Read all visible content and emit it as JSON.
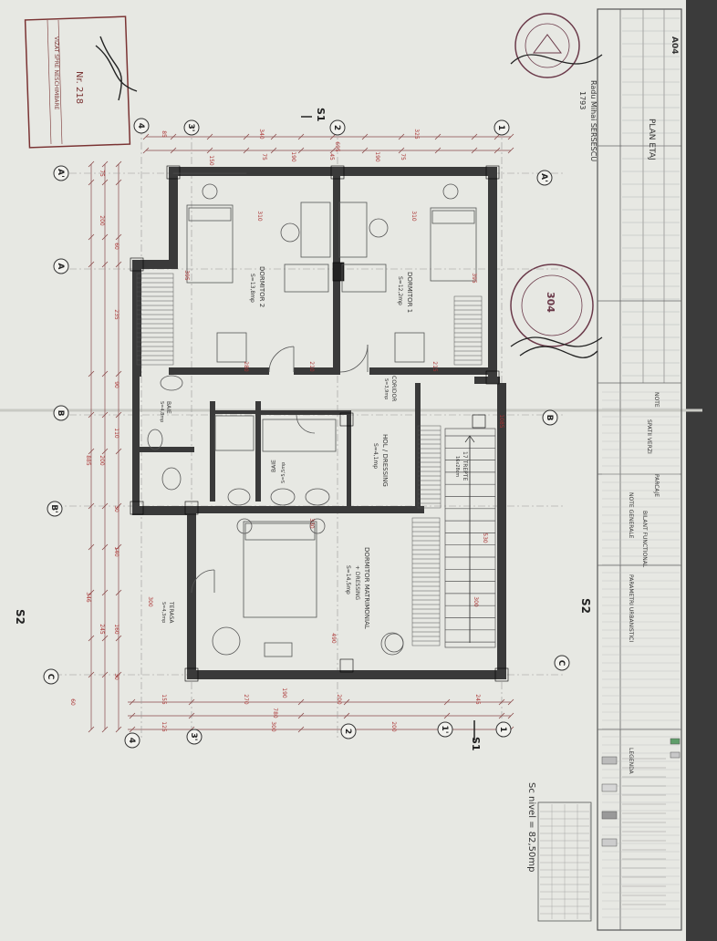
{
  "sheet": {
    "title": "PLAN ETAJ",
    "sheet_number": "A04",
    "scale_note": "Sc nivel = 82,50mp",
    "architect": "Radu Mihai SERSESCU",
    "license": "1793",
    "stamp_number": "304",
    "permit_stamp": "VIZAT SPRE NESCHIMBARE",
    "permit_no": "Nr. 218"
  },
  "rooms": {
    "dormitor2": {
      "name": "DORMITOR 2",
      "area": "S=13,8mp"
    },
    "dormitor1": {
      "name": "DORMITOR 1",
      "area": "S=12,2mp"
    },
    "baie1": {
      "name": "BAIE",
      "area": "S=4,8mp"
    },
    "baie2": {
      "name": "BAIE",
      "area": "S=5,5mp"
    },
    "hol": {
      "name": "HOL / DRESSING",
      "area": "S=4,1mp"
    },
    "coridor": {
      "name": "CORIDOR",
      "area": "S=3,9mp"
    },
    "matrimonial": {
      "name": "DORMITOR MATRIMONIAL",
      "sub": "+ DRESSING",
      "area": "S=14,5mp"
    },
    "terasa": {
      "name": "TERASA",
      "area": "S=4,3mp"
    },
    "trepte": {
      "name": "17 TREPTE",
      "sub": "16x28cm"
    }
  },
  "grid_axes": {
    "letters": [
      "A'",
      "A",
      "B",
      "B'",
      "C"
    ],
    "numbers": [
      "4",
      "3'",
      "2",
      "1",
      "1'",
      "S1",
      "S2"
    ]
  },
  "dimensions": {
    "top": [
      "85",
      "340",
      "325",
      "695",
      "190",
      "190",
      "75",
      "45",
      "75",
      "150"
    ],
    "left": [
      "75",
      "200",
      "60",
      "235",
      "90",
      "110",
      "200",
      "885",
      "30",
      "140",
      "346",
      "160",
      "245",
      "300",
      "30",
      "60"
    ],
    "bottom": [
      "125",
      "300",
      "200",
      "780",
      "155",
      "270",
      "200",
      "190",
      "245"
    ],
    "inner": [
      "310",
      "310",
      "395",
      "395",
      "280",
      "210",
      "215",
      "490",
      "330",
      "300",
      "530",
      "1085"
    ]
  },
  "notes": {
    "panel1_title": "NOTE GENERALE",
    "panel2_title": "PARAMETRI URBANISTICI",
    "panel3_title": "LEGENDA",
    "panel4_title": "SPATII VERZI",
    "panel5_title": "PARCAJE",
    "panel6_title": "BILANT FUNCTIONAL",
    "note_header": "NOTE"
  },
  "colors": {
    "paper": "#e7e8e3",
    "wall": "#3a3a3a",
    "dim": "#a33333",
    "grid": "#777777"
  }
}
